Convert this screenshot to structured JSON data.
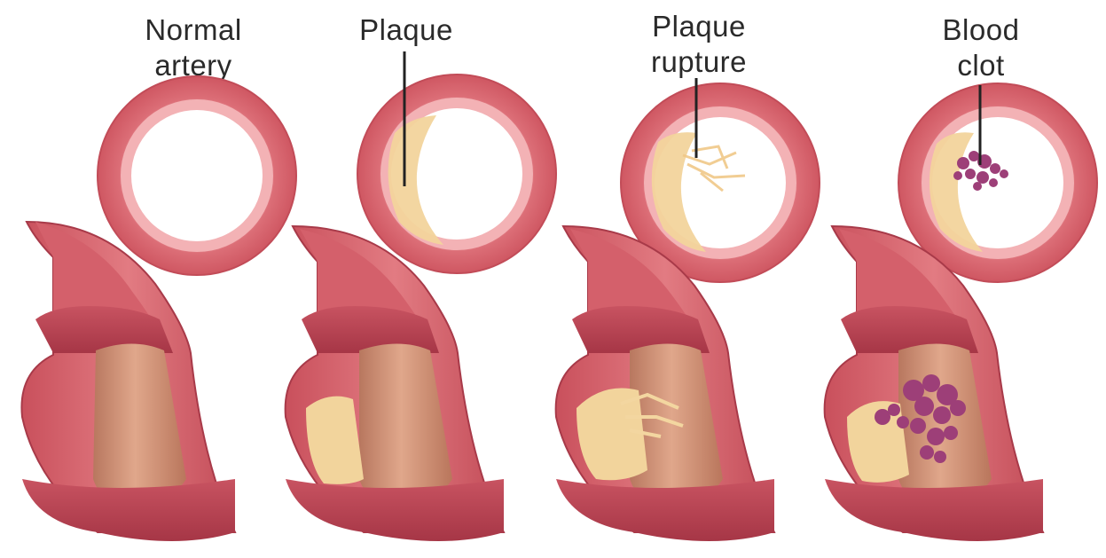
{
  "panels": [
    {
      "id": "normal",
      "label_lines": [
        "Normal",
        "artery"
      ]
    },
    {
      "id": "plaque",
      "label_lines": [
        "Plaque"
      ]
    },
    {
      "id": "rupture",
      "label_lines": [
        "Plaque",
        "rupture"
      ]
    },
    {
      "id": "clot",
      "label_lines": [
        "Blood",
        "clot"
      ]
    }
  ],
  "colors": {
    "background": "#ffffff",
    "vessel_wall": "#d9646e",
    "vessel_wall_dark": "#b8404c",
    "vessel_inner_ring": "#f4b3b5",
    "lumen_brown": "#cf8f73",
    "plaque_yellow": "#f2d9a0",
    "clot_purple": "#a0447e",
    "leader_line": "#222222"
  }
}
